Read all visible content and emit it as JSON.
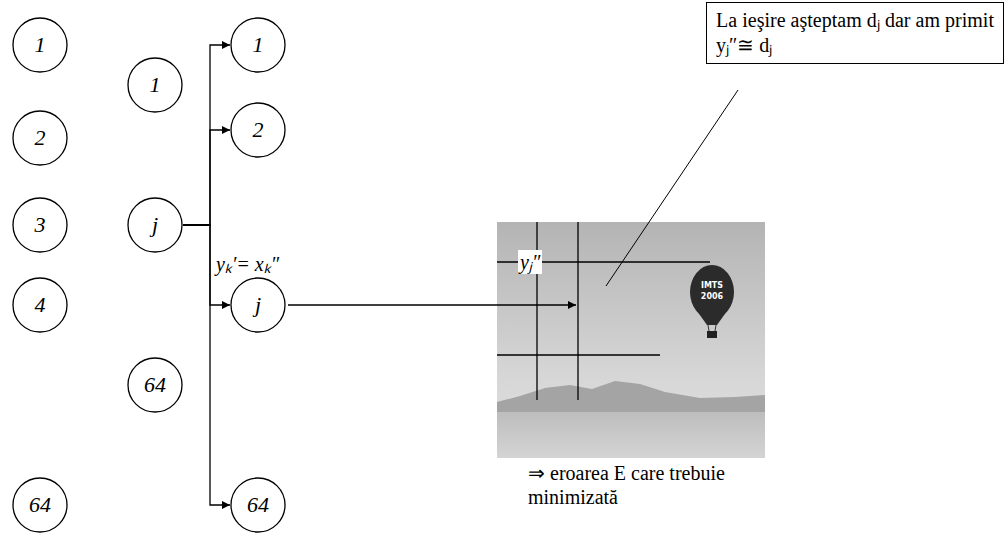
{
  "diagram": {
    "nodes": [
      {
        "text": [
          "1"
        ]
      },
      {
        "text": [
          "2"
        ]
      },
      {
        "text": [
          "3"
        ]
      },
      {
        "text": [
          "4"
        ]
      },
      {
        "text": [
          "64"
        ]
      },
      {
        "text": [
          "1"
        ]
      },
      {
        "text": [
          "j"
        ]
      },
      {
        "text": [
          "64"
        ]
      },
      {
        "text": [
          "1"
        ]
      },
      {
        "text": [
          "2"
        ]
      },
      {
        "text": [
          "j"
        ]
      },
      {
        "text": [
          "64"
        ]
      },
      {
        "text": [
          "La ieşire aşteptam dⱼ dar am primit yⱼ″≅ dⱼ"
        ]
      }
    ],
    "edges": [
      {
        "from": 6,
        "to": 8,
        "arrow": "to"
      },
      {
        "from": 6,
        "to": 9,
        "arrow": "to"
      },
      {
        "from": 6,
        "to": 10,
        "arrow": "to",
        "label": "yₖ′= xₖ″"
      },
      {
        "from": 6,
        "to": 11,
        "arrow": "to"
      }
    ],
    "labels": [
      "yⱼ″",
      "⇒ eroarea E care trebuie minimizată",
      "IMTS",
      "2006"
    ]
  }
}
